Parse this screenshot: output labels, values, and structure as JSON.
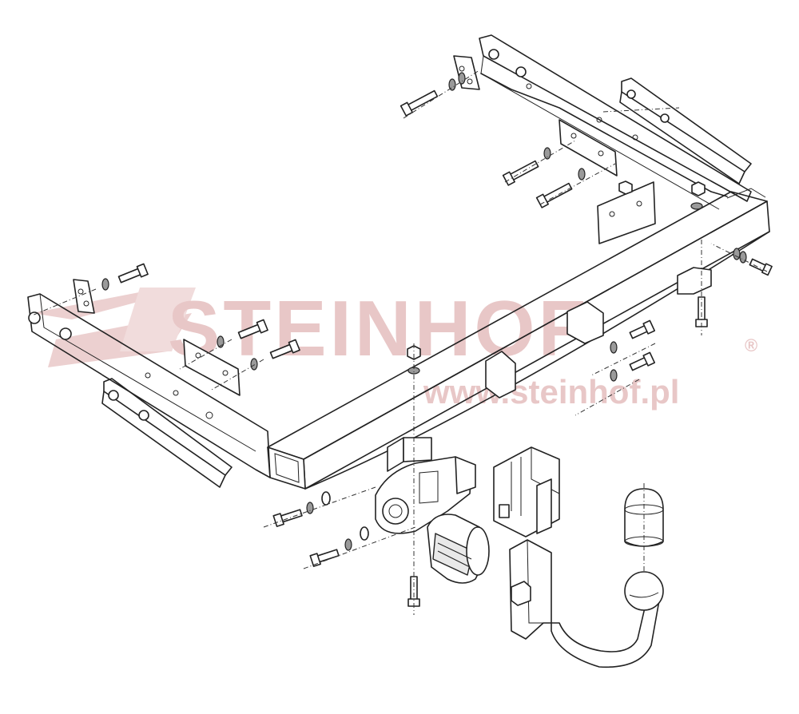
{
  "watermark": {
    "brand": "STEINHOF",
    "registered": "®",
    "url": "www.steinhof.pl"
  },
  "colors": {
    "watermark": "#e8c7c7",
    "line": "#222222",
    "background": "#ffffff"
  },
  "parts": [
    "crossbar",
    "left-side-bracket",
    "right-side-bracket",
    "mounting-plates",
    "bolts",
    "washers",
    "nuts",
    "socket-plate",
    "electrical-socket",
    "ball-holder",
    "tow-ball-neck",
    "ball-cap"
  ]
}
